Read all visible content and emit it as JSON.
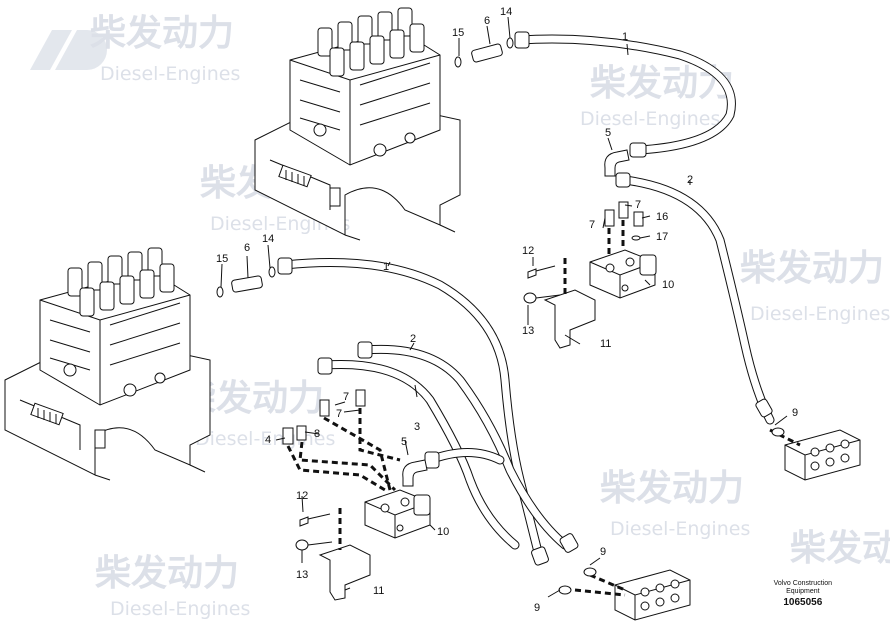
{
  "watermark": {
    "brand_cn": "柴发动力",
    "brand_en": "Diesel-Engines"
  },
  "footer": {
    "line1": "Volvo Construction",
    "line2": "Equipment",
    "drawing_number": "1065056"
  },
  "callouts": {
    "upper": [
      "1",
      "2",
      "5",
      "6",
      "7",
      "7",
      "9",
      "10",
      "11",
      "12",
      "13",
      "14",
      "15",
      "16",
      "17"
    ],
    "lower": [
      "1",
      "2",
      "3",
      "4",
      "5",
      "6",
      "7",
      "7",
      "8",
      "9",
      "9",
      "10",
      "11",
      "12",
      "13",
      "14",
      "15"
    ]
  }
}
